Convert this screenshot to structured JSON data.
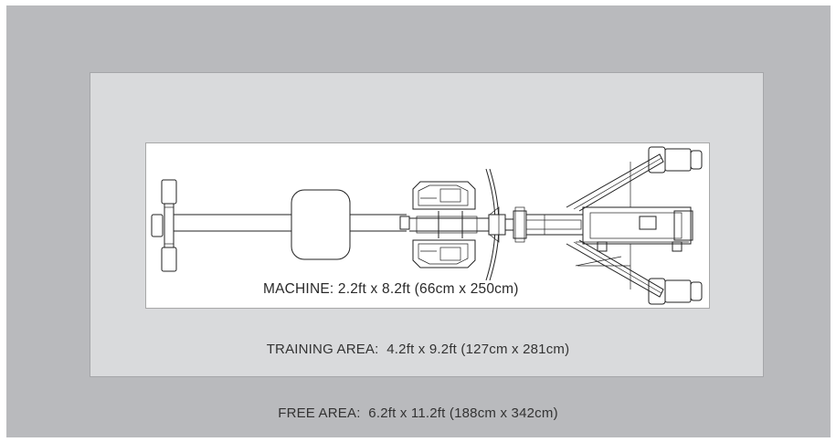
{
  "areas": {
    "free": "FREE AREA:  6.2ft x 11.2ft (188cm x 342cm)",
    "training": "TRAINING AREA:  4.2ft x 9.2ft (127cm x 281cm)",
    "machine": "MACHINE: 2.2ft x 8.2ft (66cm x 250cm)"
  },
  "colors": {
    "free_area_bg": "#b9babd",
    "training_area_bg": "#d9dadc",
    "machine_area_bg": "#ffffff"
  }
}
